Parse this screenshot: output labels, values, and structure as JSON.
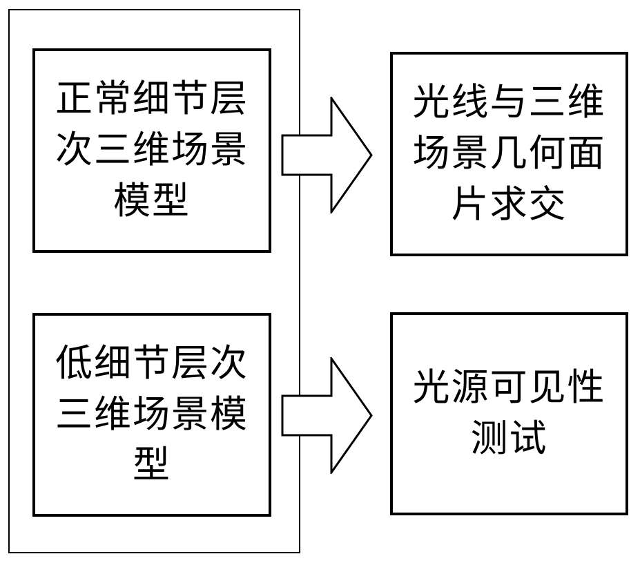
{
  "figure": {
    "background": "#ffffff",
    "line_color": "#000000",
    "boxes": [
      {
        "id": "normal-lod-scene-model",
        "label": "正常细节层\n次三维场景\n模型",
        "text": "正常细节层次三维场景模型"
      },
      {
        "id": "low-lod-scene-model",
        "label": "低细节层次\n三维场景模\n型",
        "text": "低细节层次三维场景模型"
      },
      {
        "id": "ray-geometry-intersection",
        "label": "光线与三维\n场景几何面\n片求交",
        "text": "光线与三维场景几何面片求交"
      },
      {
        "id": "light-source-visibility-test",
        "label": "光源可见性\n测试",
        "text": "光源可见性测试"
      }
    ],
    "connections": [
      {
        "from": "normal-lod-scene-model",
        "to": "ray-geometry-intersection"
      },
      {
        "from": "low-lod-scene-model",
        "to": "light-source-visibility-test"
      }
    ]
  }
}
